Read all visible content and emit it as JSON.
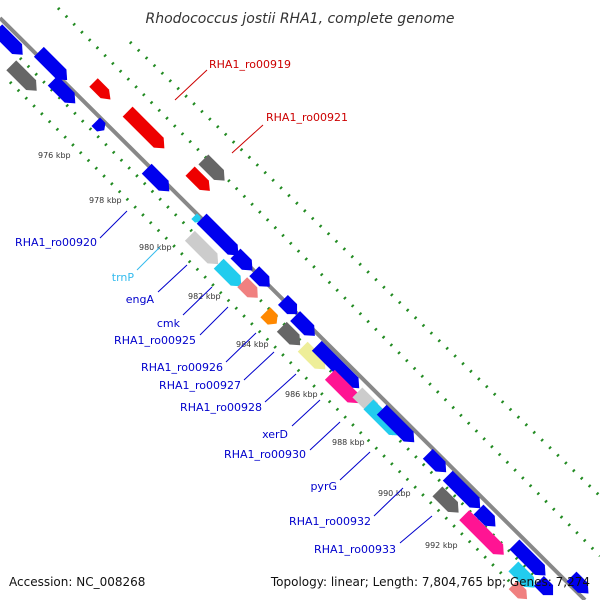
{
  "title": "Rhodococcus jostii RHA1, complete genome",
  "footer": {
    "accession": "Accession: NC_008268",
    "summary": "Topology: linear; Length: 7,804,765 bp; Genes: 7,274"
  },
  "colors": {
    "backbone": "#888888",
    "dots": "#228B22",
    "forward_labels": "#CC0000",
    "reverse_labels": "#0000CC",
    "trna_label": "#33BBEE",
    "gene_blue": "#0000EE",
    "gene_red": "#EE0000",
    "gene_gray": "#666666",
    "gene_lightgray": "#CCCCCC",
    "gene_cyan": "#22CCEE",
    "gene_salmon": "#F08080",
    "gene_orange": "#FF8800",
    "gene_yellow": "#EEEE99",
    "gene_pink": "#FF1493"
  },
  "ticks": [
    "976 kbp",
    "978 kbp",
    "980 kbp",
    "982 kbp",
    "984 kbp",
    "986 kbp",
    "988 kbp",
    "990 kbp",
    "992 kbp"
  ],
  "forward_labels": [
    "RHA1_ro00919",
    "RHA1_ro00921"
  ],
  "reverse_labels": [
    "RHA1_ro00920",
    "trnP",
    "engA",
    "cmk",
    "RHA1_ro00925",
    "RHA1_ro00926",
    "RHA1_ro00927",
    "RHA1_ro00928",
    "xerD",
    "RHA1_ro00930",
    "pyrG",
    "RHA1_ro00932",
    "RHA1_ro00933"
  ]
}
